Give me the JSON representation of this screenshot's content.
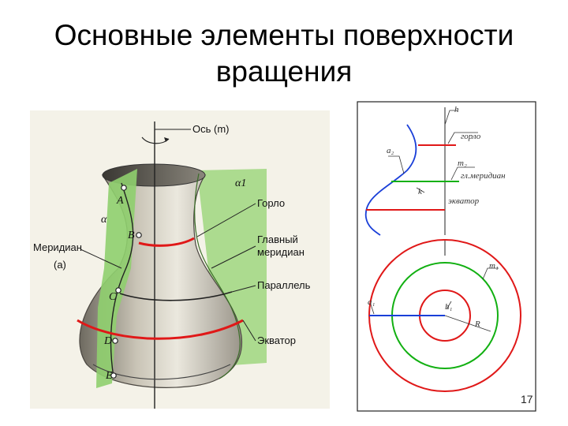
{
  "title": {
    "line1": "Основные элементы поверхности",
    "line2": "вращения"
  },
  "left_diagram": {
    "labels": {
      "axis": "Ось (m)",
      "alpha1": "α1",
      "alpha": "α",
      "gorlo": "Горло",
      "main_meridian_1": "Главный",
      "main_meridian_2": "меридиан",
      "parallel": "Параллель",
      "equator": "Экватор",
      "meridian": "Меридиан",
      "meridian_sub": "(a)"
    },
    "points": [
      "A",
      "B",
      "C",
      "D",
      "E"
    ]
  },
  "right_diagram": {
    "labels": {
      "h": "h",
      "gorlo": "горло",
      "m": "m₂",
      "main_meridian": "гл.меридиан",
      "equator": "экватор",
      "a2": "a₂",
      "k": "k",
      "m1": "m₁",
      "a1": "a₁",
      "h1": "h₁",
      "r": "R"
    },
    "colors": {
      "red": "#e01818",
      "green": "#12b012",
      "blue": "#1a3fd8"
    }
  },
  "slide_number": "17"
}
